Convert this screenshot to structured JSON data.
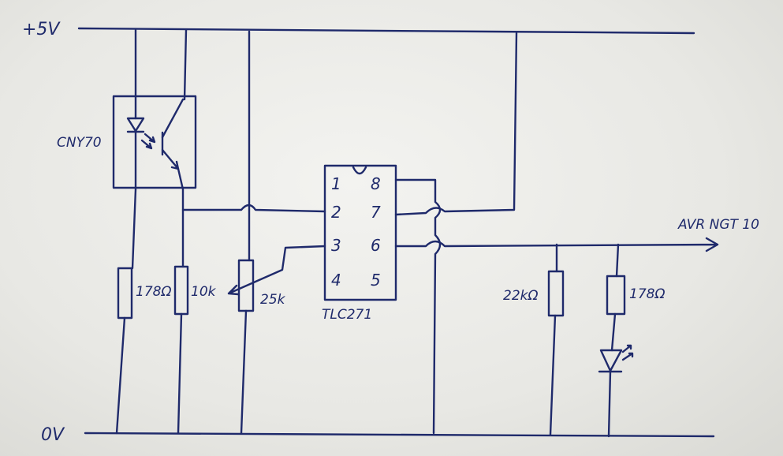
{
  "rails": {
    "vcc": "+5V",
    "gnd": "0V"
  },
  "sensor": {
    "name": "CNY70"
  },
  "ic": {
    "name": "TLC271",
    "pins": [
      "1",
      "2",
      "3",
      "4",
      "5",
      "6",
      "7",
      "8"
    ]
  },
  "resistors": {
    "r_led": "178Ω",
    "r_pullup": "10k",
    "potentiometer": "25k",
    "r_load": "22kΩ",
    "r_indicator": "178Ω"
  },
  "output": {
    "label": "AVR NGT 10"
  },
  "colors": {
    "ink": "#1f2a6b",
    "paper": "#ececea"
  }
}
